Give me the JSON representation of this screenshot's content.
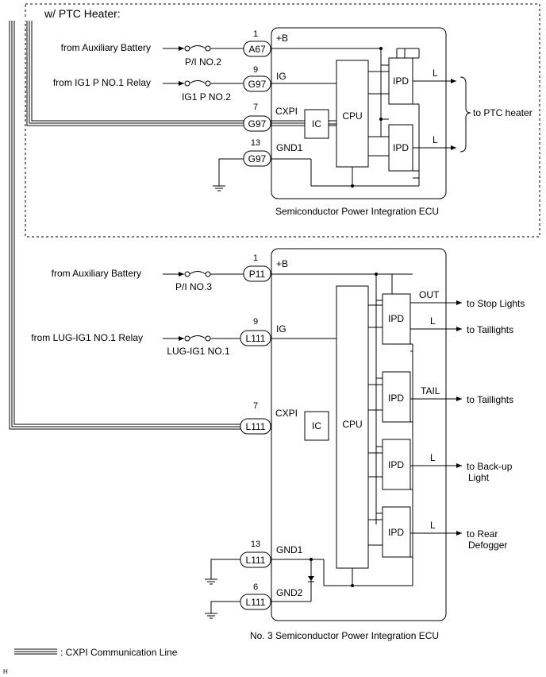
{
  "top": {
    "title": "w/ PTC Heater:",
    "ecu_label": "Semiconductor Power Integration ECU",
    "inputs": [
      {
        "from": "from Auxiliary Battery",
        "fuse": "P/I NO.2",
        "pin": "1",
        "connector": "A67",
        "signal": "+B"
      },
      {
        "from": "from IG1 P NO.1 Relay",
        "fuse": "IG1 P NO.2",
        "pin": "9",
        "connector": "G97",
        "signal": "IG"
      },
      {
        "pin": "7",
        "connector": "G97",
        "signal": "CXPI"
      },
      {
        "pin": "13",
        "connector": "G97",
        "signal": "GND1"
      }
    ],
    "ic": "IC",
    "cpu": "CPU",
    "ipd": [
      "IPD",
      "IPD"
    ],
    "outputs": [
      "L",
      "L"
    ],
    "dest": "to PTC heater"
  },
  "bottom": {
    "ecu_label": "No. 3 Semiconductor Power Integration ECU",
    "inputs": [
      {
        "from": "from Auxiliary Battery",
        "fuse": "P/I NO.3",
        "pin": "1",
        "connector": "P11",
        "signal": "+B"
      },
      {
        "from": "from LUG-IG1 NO.1 Relay",
        "fuse": "LUG-IG1 NO.1",
        "pin": "9",
        "connector": "L111",
        "signal": "IG"
      },
      {
        "pin": "7",
        "connector": "L111",
        "signal": "CXPI"
      },
      {
        "pin": "13",
        "connector": "L111",
        "signal": "GND1"
      },
      {
        "pin": "6",
        "connector": "L111",
        "signal": "GND2"
      }
    ],
    "ic": "IC",
    "cpu": "CPU",
    "ipd": [
      "IPD",
      "IPD",
      "IPD",
      "IPD"
    ],
    "outputs": [
      {
        "label": "OUT",
        "dest": "to Stop Lights"
      },
      {
        "label": "L",
        "dest": "to Taillights"
      },
      {
        "label": "TAIL",
        "dest": "to Taillights"
      },
      {
        "label": "L",
        "dest": "to Back-up",
        "dest2": "Light"
      },
      {
        "label": "L",
        "dest": "to Rear",
        "dest2": "Defogger"
      }
    ]
  },
  "legend": ": CXPI Communication Line",
  "corner_mark": "H"
}
